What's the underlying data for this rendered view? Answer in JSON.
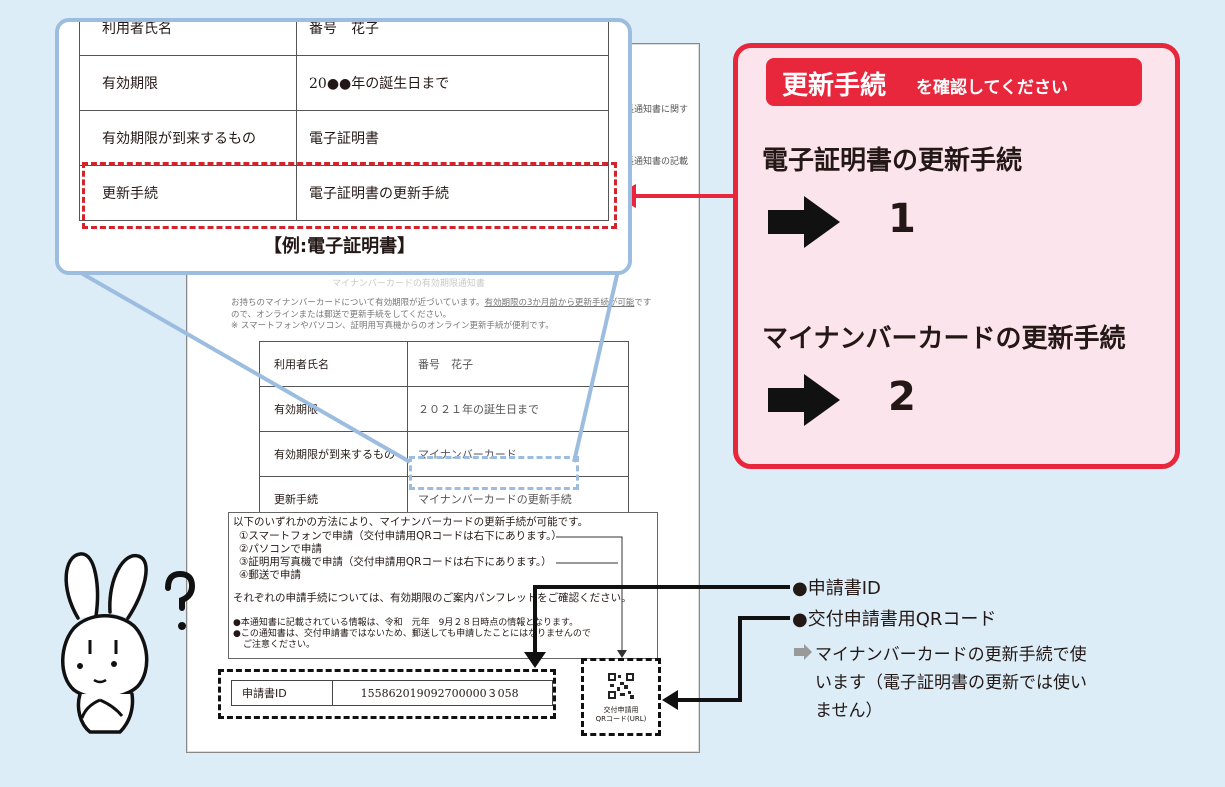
{
  "zoom": {
    "rows": [
      {
        "label": "利用者氏名",
        "value": "番号　花子"
      },
      {
        "label": "有効期限",
        "value": "20●●年の誕生日まで"
      },
      {
        "label": "有効期限が到来するもの",
        "value": "電子証明書"
      },
      {
        "label": "更新手続",
        "value": "電子証明書の更新手続"
      }
    ],
    "caption": "【例:電子証明書】"
  },
  "sheet": {
    "side_notes": [
      "長通知書に関す",
      "長通知書の記載"
    ],
    "notice_title": "マイナンバーカードの有効期限通知書",
    "intro_1": "お持ちのマイナンバーカードについて有効期限が近づいています。",
    "intro_1b": "有効期限の3か月前から更新手続が可能",
    "intro_1c": "です",
    "intro_2": "ので、オンラインまたは郵送で更新手続をしてください。",
    "intro_3": "※ スマートフォンやパソコン、証明用写真機からのオンライン更新手続が便利です。",
    "rows": [
      {
        "label": "利用者氏名",
        "value": "番号　花子"
      },
      {
        "label": "有効期限",
        "value": "２０２１年の誕生日まで"
      },
      {
        "label": "有効期限が到来するもの",
        "value": "マイナンバーカード"
      },
      {
        "label": "更新手続",
        "value": "マイナンバーカードの更新手続"
      }
    ],
    "methods": [
      "以下のいずれかの方法により、マイナンバーカードの更新手続が可能です。",
      "①スマートフォンで申請（交付申請用QRコードは右下にあります。）",
      "②パソコンで申請",
      "③証明用写真機で申請（交付申請用QRコードは右下にあります。）",
      "④郵送で申請",
      "それぞれの申請手続については、有効期限のご案内パンフレットをご確認ください。",
      "●本通知書に記載されている情報は、令和　元年　9月２８日時点の情報となります。",
      "●この通知書は、交付申請書ではないため、郵送しても申請したことにはなりませんので",
      "ご注意ください。"
    ],
    "app_id_label": "申請書ID",
    "app_id_value": "155862019092700000３058",
    "qr_caption_1": "交付申請用",
    "qr_caption_2": "QRコード(URL)"
  },
  "panel": {
    "header_big": "更新手続",
    "header_small": "を確認してください",
    "item1_title": "電子証明書の更新手続",
    "item1_num": "1",
    "item2_title": "マイナンバーカードの更新手続",
    "item2_num": "2"
  },
  "labels": {
    "app_id": "●申請書ID",
    "qr": "●交付申請書用QRコード",
    "note_1": "マイナンバーカードの更新手続で使",
    "note_2": "います（電子証明書の更新では使い",
    "note_3": "ません）"
  },
  "colors": {
    "accent_red": "#e8273c",
    "panel_bg": "#fce4ec",
    "callout_blue": "#9dbde0",
    "page_bg": "#dcedf7"
  }
}
